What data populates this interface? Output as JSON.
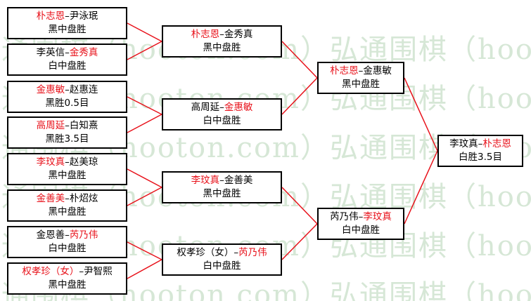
{
  "watermark": {
    "text": "弘通围棋（hooton.com）弘通围棋（hooton.com）",
    "rows": [
      "弘通围棋（hooton.com）弘通围棋（hooton.com）",
      "弘通围棋（hooton.com）弘通围棋（hooton.com）",
      "弘通围棋（hooton.com）弘通围棋（hooton.com）",
      "弘通围棋（hooton.com）弘通围棋（hooton.com）",
      "弘通围棋（hooton.com）弘通围棋（hooton.com）",
      "弘通围棋（hooton.com）弘通围棋（hooton.com）"
    ]
  },
  "colors": {
    "winner": "#e8111a",
    "connector": "#e8111a",
    "border": "#000000"
  },
  "round1": [
    {
      "p1": "朴志恩",
      "sep": "–",
      "p2": "尹泳珉",
      "winner": "p1",
      "result": "黑中盘胜"
    },
    {
      "p1": "李英信",
      "sep": "–",
      "p2": "金秀真",
      "winner": "p2",
      "result": "白中盘胜"
    },
    {
      "p1": "金惠敏",
      "sep": "–",
      "p2": "赵惠连",
      "winner": "p1",
      "result": "黑胜0.5目"
    },
    {
      "p1": "高周延",
      "sep": "–",
      "p2": "白知熹",
      "winner": "p1",
      "result": "黑胜3.5目"
    },
    {
      "p1": "李玟真",
      "sep": "–",
      "p2": "赵美琼",
      "winner": "p1",
      "result": "黑中盘胜"
    },
    {
      "p1": "金善美",
      "sep": "–",
      "p2": "朴炤炫",
      "winner": "p1",
      "result": "黑中盘胜"
    },
    {
      "p1": "金恩善",
      "sep": "–",
      "p2": "芮乃伟",
      "winner": "p2",
      "result": "白中盘胜"
    },
    {
      "p1": "权孝珍（女）",
      "sep": "–",
      "p2": "尹智熙",
      "winner": "p1",
      "result": "黑中盘胜"
    }
  ],
  "round2": [
    {
      "p1": "朴志恩",
      "sep": "–",
      "p2": "金秀真",
      "winner": "p1",
      "result": "黑中盘胜"
    },
    {
      "p1": "高周延",
      "sep": "–",
      "p2": "金惠敏",
      "winner": "p2",
      "result": "白中盘胜"
    },
    {
      "p1": "李玟真",
      "sep": "–",
      "p2": "金善美",
      "winner": "p1",
      "result": "黑中盘胜"
    },
    {
      "p1": "权孝珍（女）",
      "sep": "–",
      "p2": "芮乃伟",
      "winner": "p2",
      "result": "白中盘胜"
    }
  ],
  "round3": [
    {
      "p1": "朴志恩",
      "sep": "–",
      "p2": "金惠敏",
      "winner": "p1",
      "result": "黑中盘胜"
    },
    {
      "p1": "芮乃伟",
      "sep": "–",
      "p2": "李玟真",
      "winner": "p2",
      "result": "白中盘胜"
    }
  ],
  "final": [
    {
      "p1": "李玟真",
      "sep": "–",
      "p2": "朴志恩",
      "winner": "p2",
      "result": "白胜3.5目"
    }
  ]
}
